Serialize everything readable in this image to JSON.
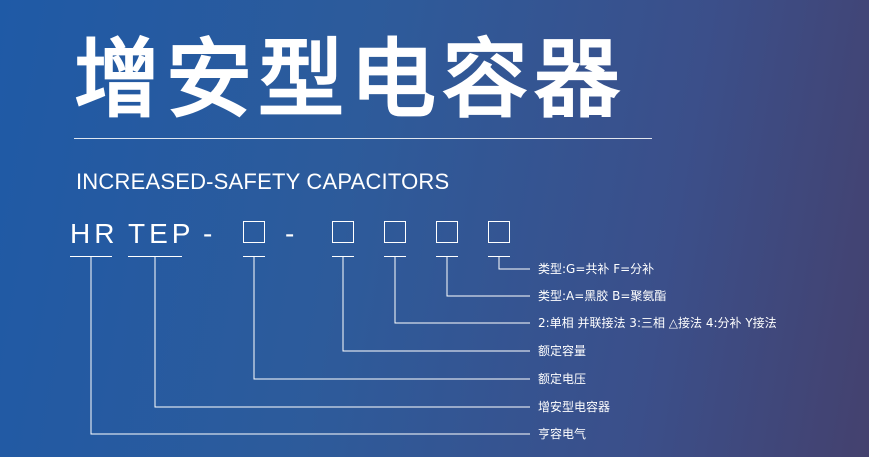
{
  "title": "增安型电容器",
  "subtitle": "INCREASED-SAFETY CAPACITORS",
  "model": {
    "hr": "HR",
    "tep": "TEP",
    "dash1": "-",
    "dash2": "-"
  },
  "legend": [
    "类型:G=共补  F=分补",
    "类型:A=黑胶  B=聚氨酯",
    "2:单相 并联接法 3:三相 △接法 4:分补 Y接法",
    "额定容量",
    "额定电压",
    "增安型电容器",
    "亨容电气"
  ]
}
